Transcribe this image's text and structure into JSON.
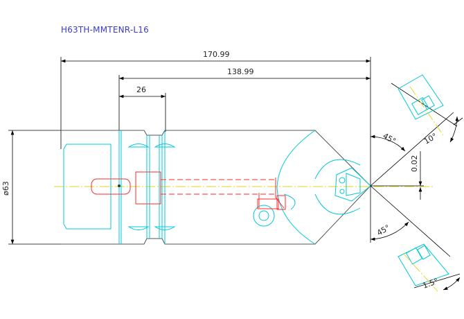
{
  "drawing": {
    "title": "H63TH-MMTENR-L16",
    "dimensions": {
      "overall_length": "170.99",
      "head_length": "138.99",
      "groove_width": "26",
      "diameter": "ø63",
      "offset": "0.02",
      "approach_angle_top": "45°",
      "approach_angle_bottom": "45°",
      "clearance_angle_top": "10°",
      "clearance_angle_bottom": "1.5°"
    },
    "colors": {
      "title": "#3a3acc",
      "outline": "#555555",
      "cyan": "#00c8d8",
      "red": "#ff2a2a",
      "centerline": "#e8d21a"
    }
  }
}
